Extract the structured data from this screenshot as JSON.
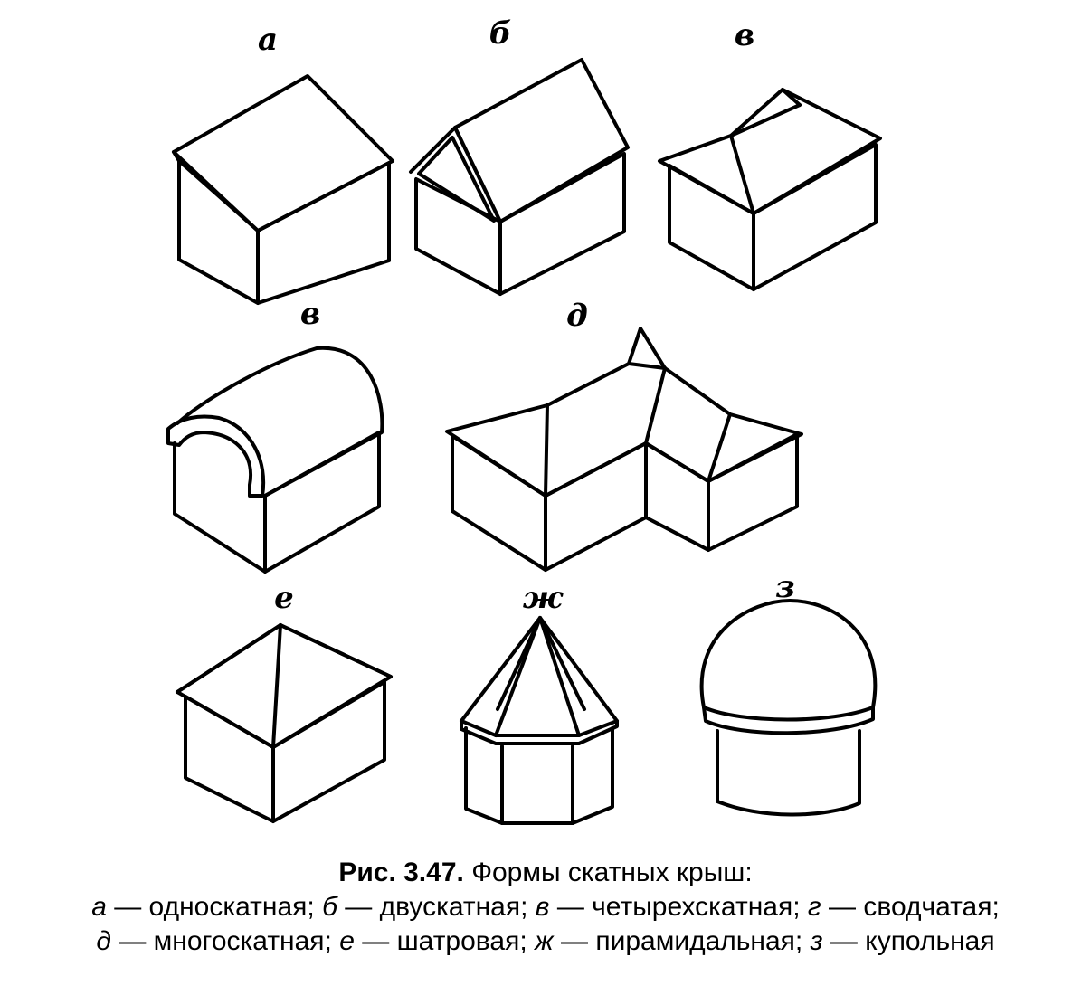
{
  "labels": {
    "a": "а",
    "b": "б",
    "v1": "в",
    "v2": "в",
    "d": "д",
    "e": "е",
    "zh": "ж",
    "z": "з"
  },
  "caption": {
    "title": "Рис. 3.47.",
    "subtitle": "Формы скатных крыш:",
    "line2": [
      {
        "key": "а",
        "text": "— односкатная;"
      },
      {
        "key": "б",
        "text": "— двускатная;"
      },
      {
        "key": "в",
        "text": "— четырехскатная;"
      },
      {
        "key": "г",
        "text": "— сводчатая;"
      }
    ],
    "line3": [
      {
        "key": "д",
        "text": "— многоскатная;"
      },
      {
        "key": "е",
        "text": "— шатровая;"
      },
      {
        "key": "ж",
        "text": "— пирамидальная;"
      },
      {
        "key": "з",
        "text": "— купольная"
      }
    ]
  }
}
